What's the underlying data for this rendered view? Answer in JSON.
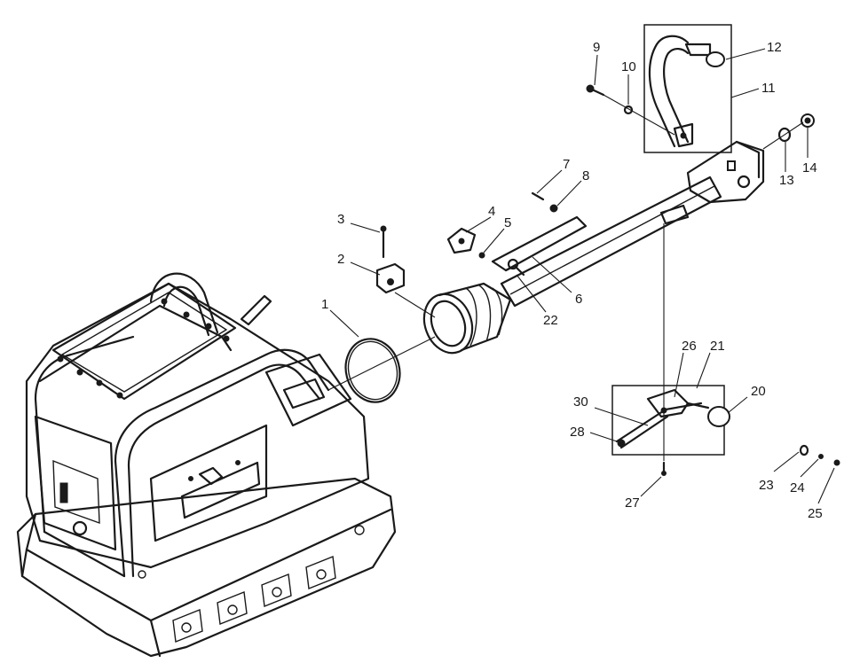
{
  "callouts": [
    {
      "id": "c1",
      "text": "1"
    },
    {
      "id": "c2",
      "text": "2"
    },
    {
      "id": "c3",
      "text": "3"
    },
    {
      "id": "c4",
      "text": "4"
    },
    {
      "id": "c5",
      "text": "5"
    },
    {
      "id": "c6",
      "text": "6"
    },
    {
      "id": "c7",
      "text": "7"
    },
    {
      "id": "c8",
      "text": "8"
    },
    {
      "id": "c9",
      "text": "9"
    },
    {
      "id": "c10",
      "text": "10"
    },
    {
      "id": "c11",
      "text": "11"
    },
    {
      "id": "c12",
      "text": "12"
    },
    {
      "id": "c13",
      "text": "13"
    },
    {
      "id": "c14",
      "text": "14"
    },
    {
      "id": "c20",
      "text": "20"
    },
    {
      "id": "c21",
      "text": "21"
    },
    {
      "id": "c22",
      "text": "22"
    },
    {
      "id": "c23",
      "text": "23"
    },
    {
      "id": "c24",
      "text": "24"
    },
    {
      "id": "c25",
      "text": "25"
    },
    {
      "id": "c26",
      "text": "26"
    },
    {
      "id": "c27",
      "text": "27"
    },
    {
      "id": "c28",
      "text": "28"
    },
    {
      "id": "c30",
      "text": "30"
    }
  ]
}
